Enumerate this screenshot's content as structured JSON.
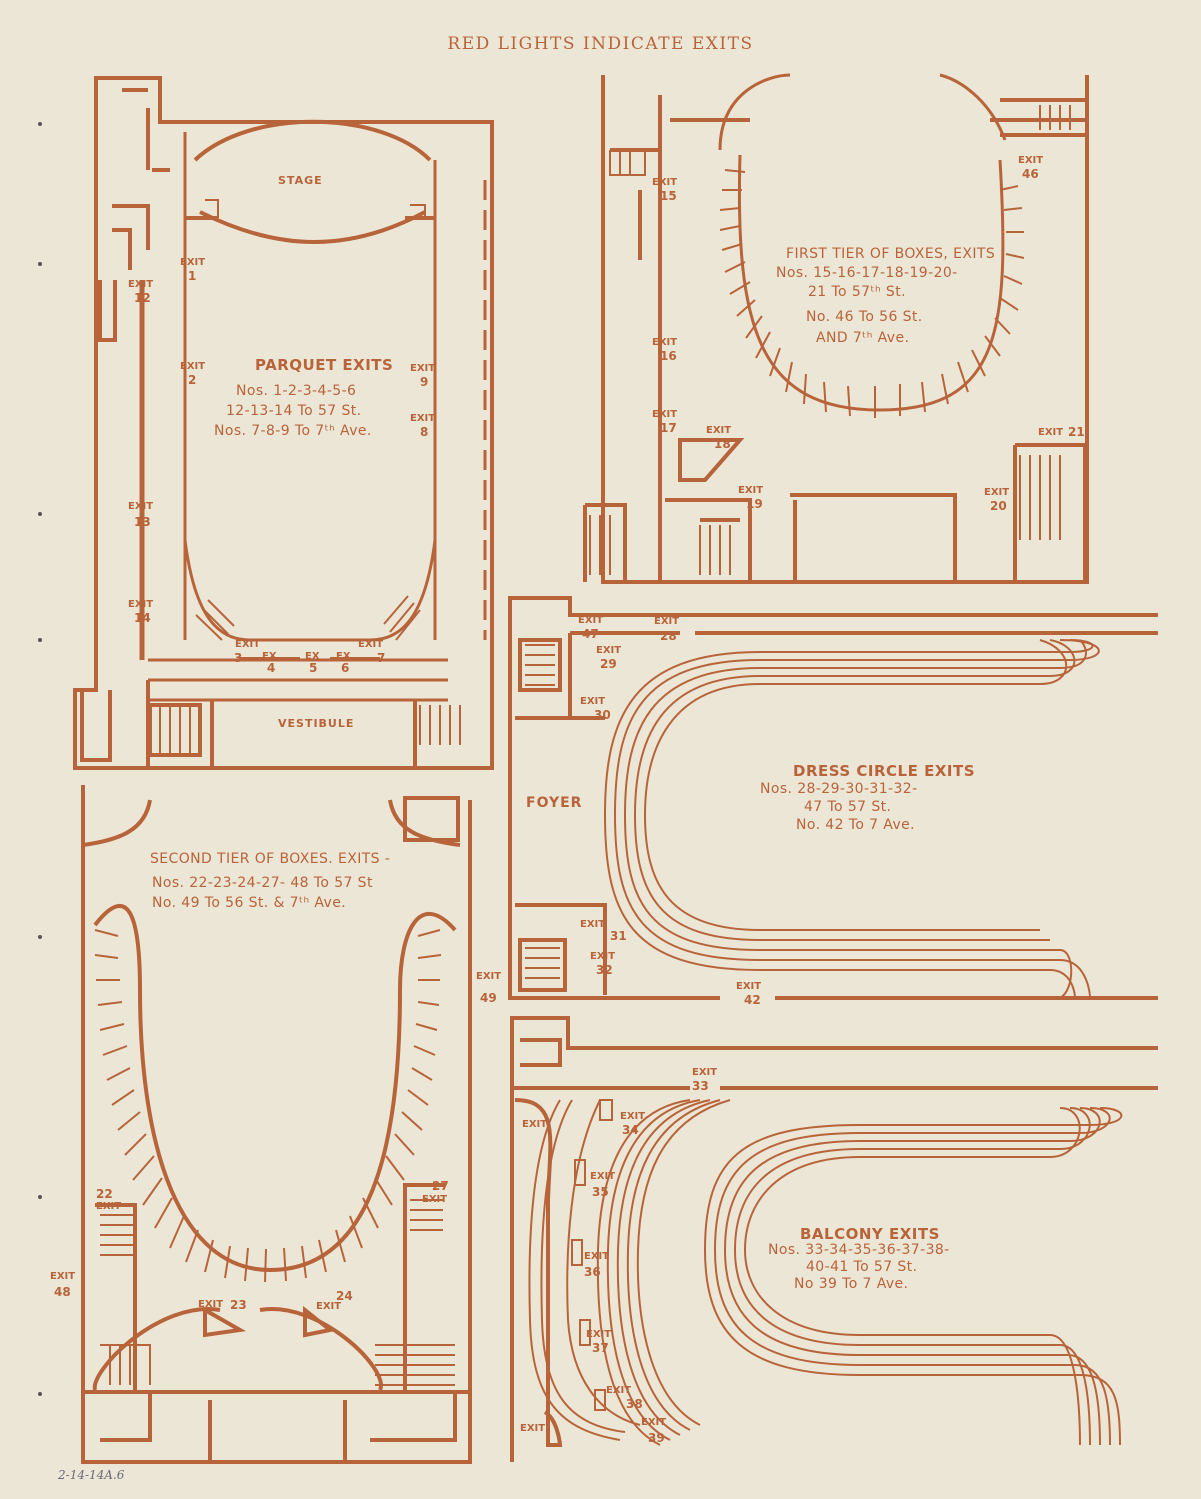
{
  "header": "RED LIGHTS INDICATE EXITS",
  "footer_note": "2-14-14A.6",
  "colors": {
    "paper": "#ece6d6",
    "ink": "#b8643a"
  },
  "parquet": {
    "stage": "STAGE",
    "vestibule": "VESTIBULE",
    "title": "PARQUET EXITS",
    "lines": [
      "Nos. 1-2-3-4-5-6",
      "12-13-14 To 57 St.",
      "Nos. 7-8-9 To 7ᵗʰ Ave."
    ],
    "exits": {
      "e1": "1",
      "e2": "2",
      "e3": "3",
      "e4": "4",
      "e5": "5",
      "e6": "6",
      "e7": "7",
      "e8": "8",
      "e9": "9",
      "e12": "12",
      "e13": "13",
      "e14": "14"
    },
    "exit_word": "EXIT",
    "ex_word": "EX"
  },
  "first_tier": {
    "title": "FIRST TIER OF BOXES, EXITS",
    "lines": [
      "Nos. 15-16-17-18-19-20-",
      "21 To 57ᵗʰ St.",
      "No. 46 To 56 St.",
      "AND 7ᵗʰ Ave."
    ],
    "exits": {
      "e15": "15",
      "e16": "16",
      "e17": "17",
      "e18": "18",
      "e19": "19",
      "e20": "20",
      "e21": "21",
      "e46": "46"
    }
  },
  "dress_circle": {
    "foyer": "FOYER",
    "title": "DRESS CIRCLE EXITS",
    "lines": [
      "Nos. 28-29-30-31-32-",
      "47 To 57 St.",
      "No. 42 To 7 Ave."
    ],
    "exits": {
      "e28": "28",
      "e29": "29",
      "e30": "30",
      "e31": "31",
      "e32": "32",
      "e42": "42",
      "e47": "47"
    }
  },
  "second_tier": {
    "title": "SECOND TIER OF BOXES. EXITS -",
    "lines": [
      "Nos. 22-23-24-27- 48 To 57 St",
      "No. 49 To 56 St. & 7ᵗʰ Ave."
    ],
    "exits": {
      "e22": "22",
      "e23": "23",
      "e24": "24",
      "e27": "27",
      "e48": "48",
      "e49": "49"
    }
  },
  "balcony": {
    "title": "BALCONY EXITS",
    "lines": [
      "Nos. 33-34-35-36-37-38-",
      "40-41 To 57 St.",
      "No 39 To 7 Ave."
    ],
    "exits": {
      "e33": "33",
      "e34": "34",
      "e35": "35",
      "e36": "36",
      "e37": "37",
      "e38": "38",
      "e39": "39"
    },
    "exit_side": "EXIT",
    "exit_corner": "EXIT"
  }
}
